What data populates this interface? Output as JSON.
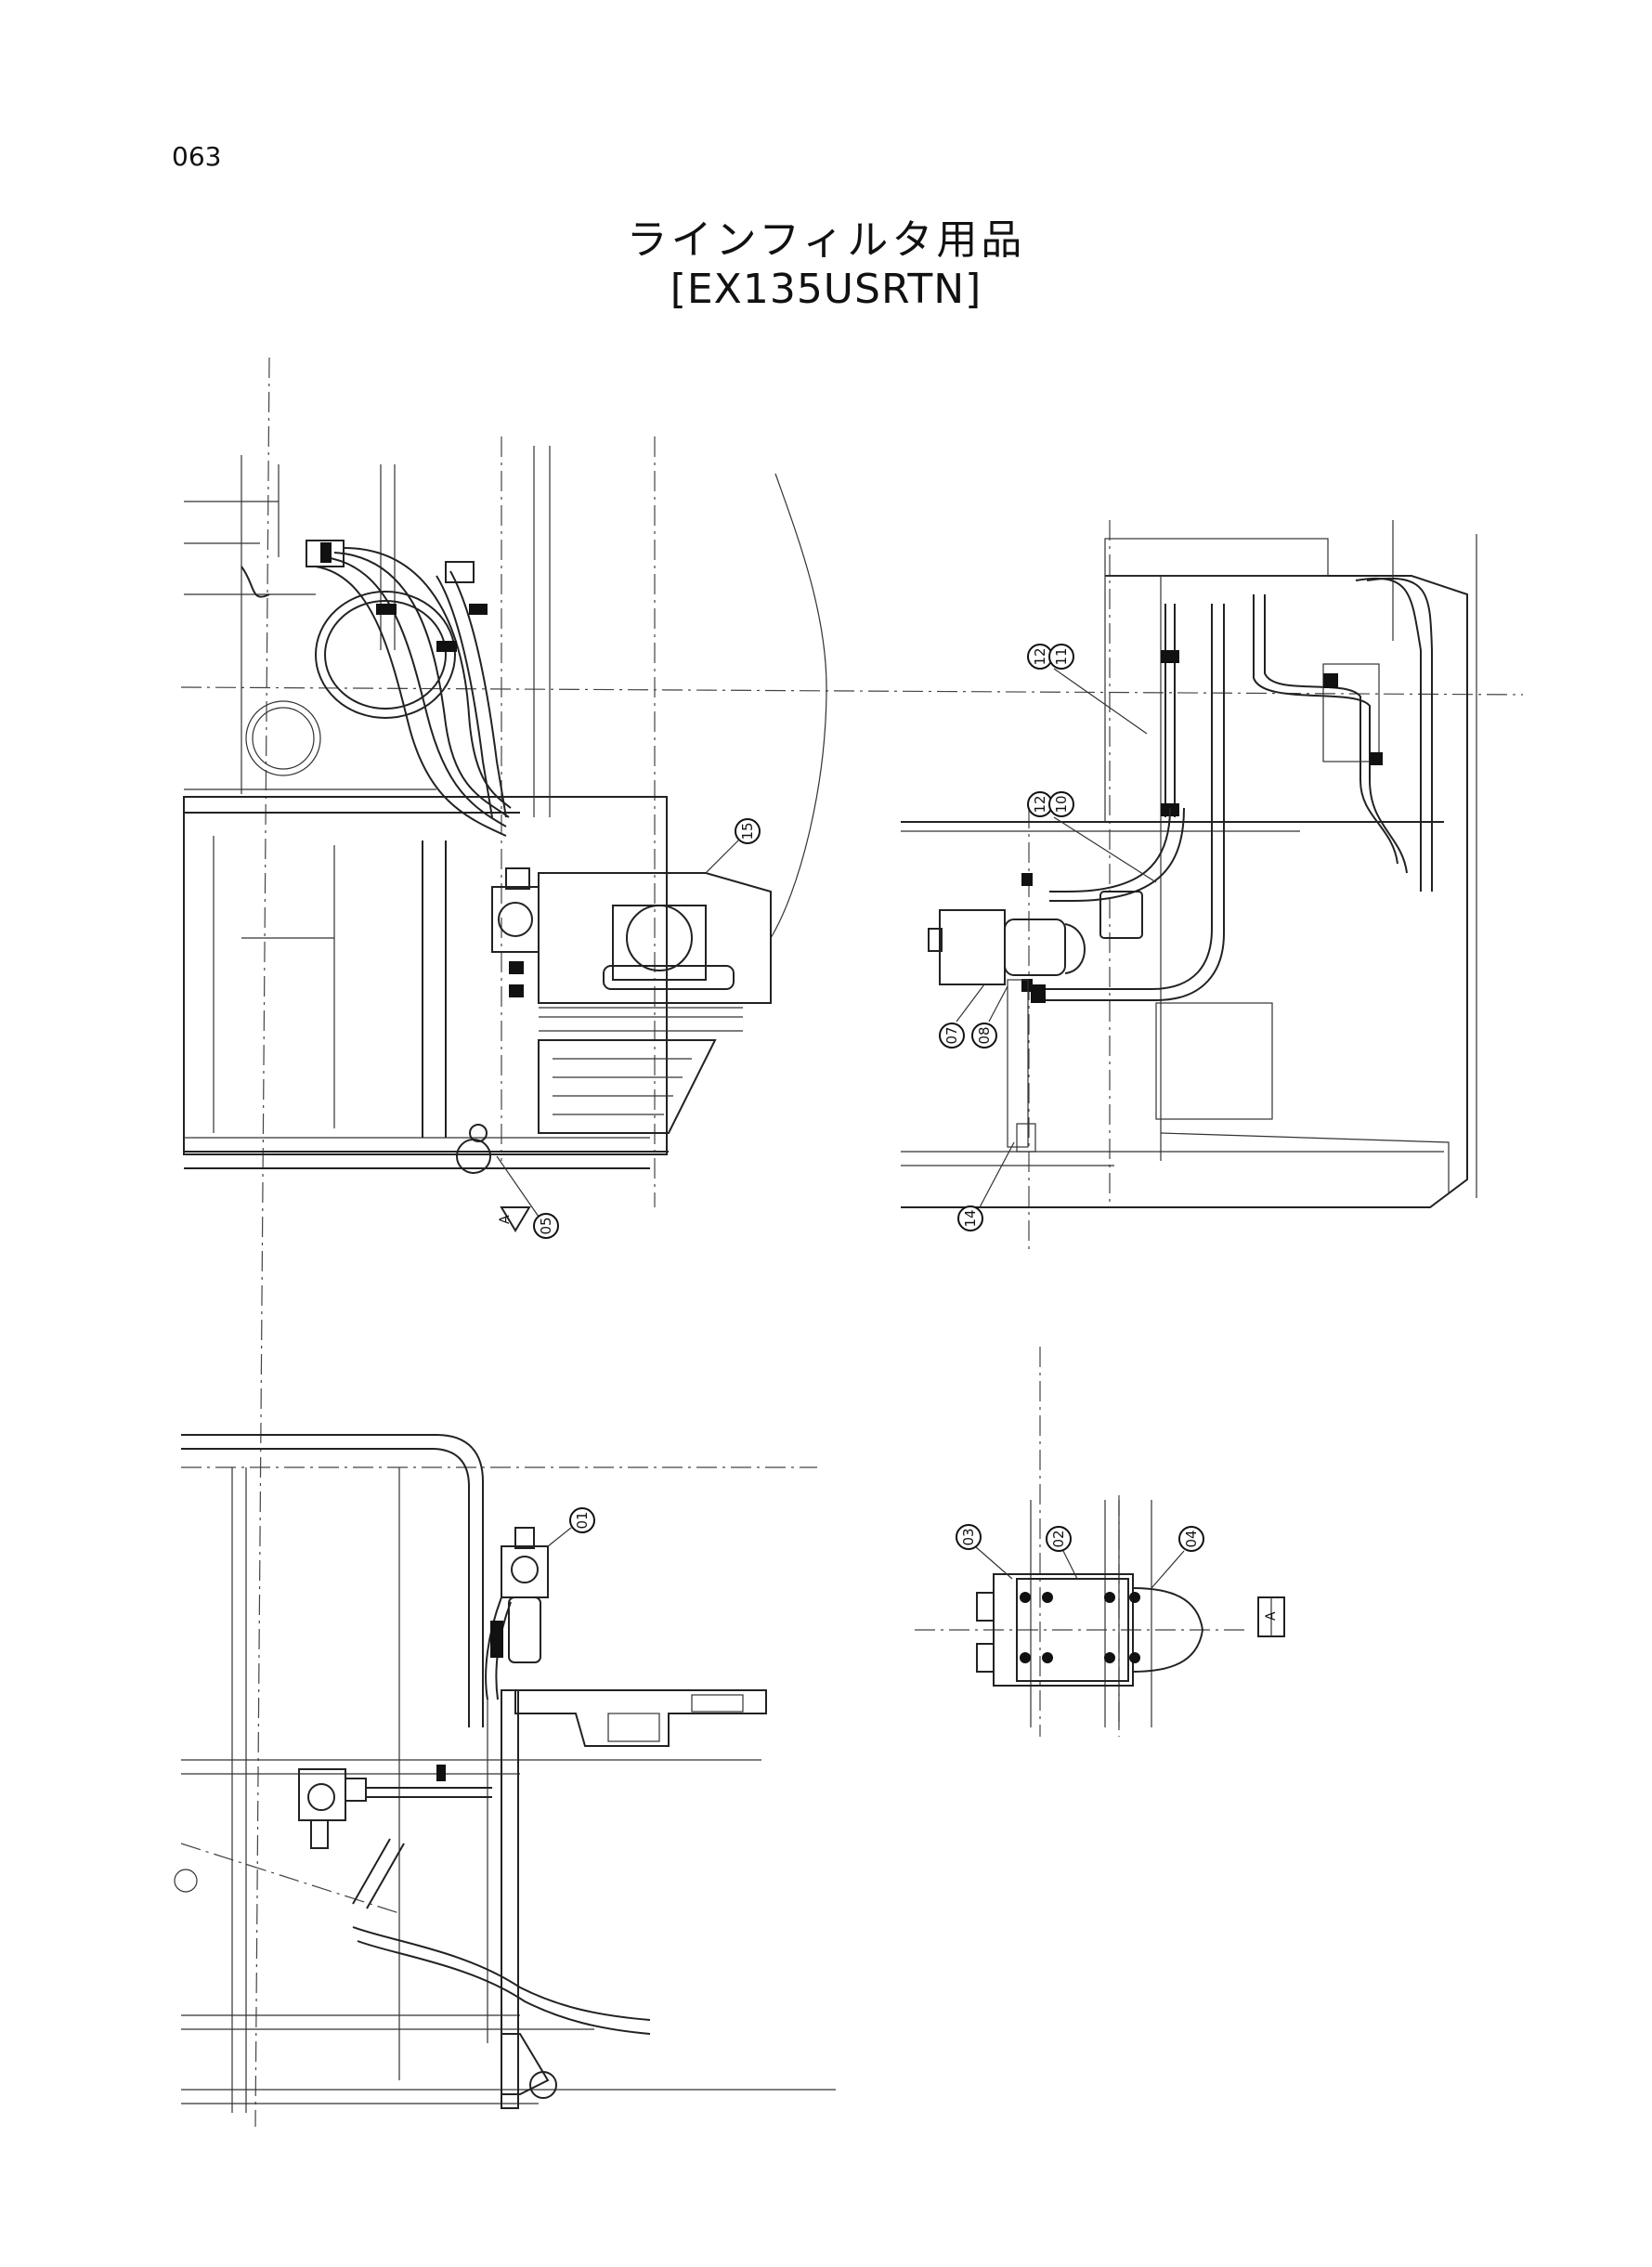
{
  "page_number": "063",
  "title": "ラインフィルタ用品",
  "subtitle": "[EX135USRTN]",
  "view_a_label": "A",
  "arrow_label": "A",
  "callouts": {
    "c15": "15",
    "c05": "05",
    "c12a": "12",
    "c11": "11",
    "c12b": "12",
    "c10": "10",
    "c07": "07",
    "c08": "08",
    "c14": "14",
    "c01": "01",
    "c03": "03",
    "c02": "02",
    "c04": "04"
  }
}
